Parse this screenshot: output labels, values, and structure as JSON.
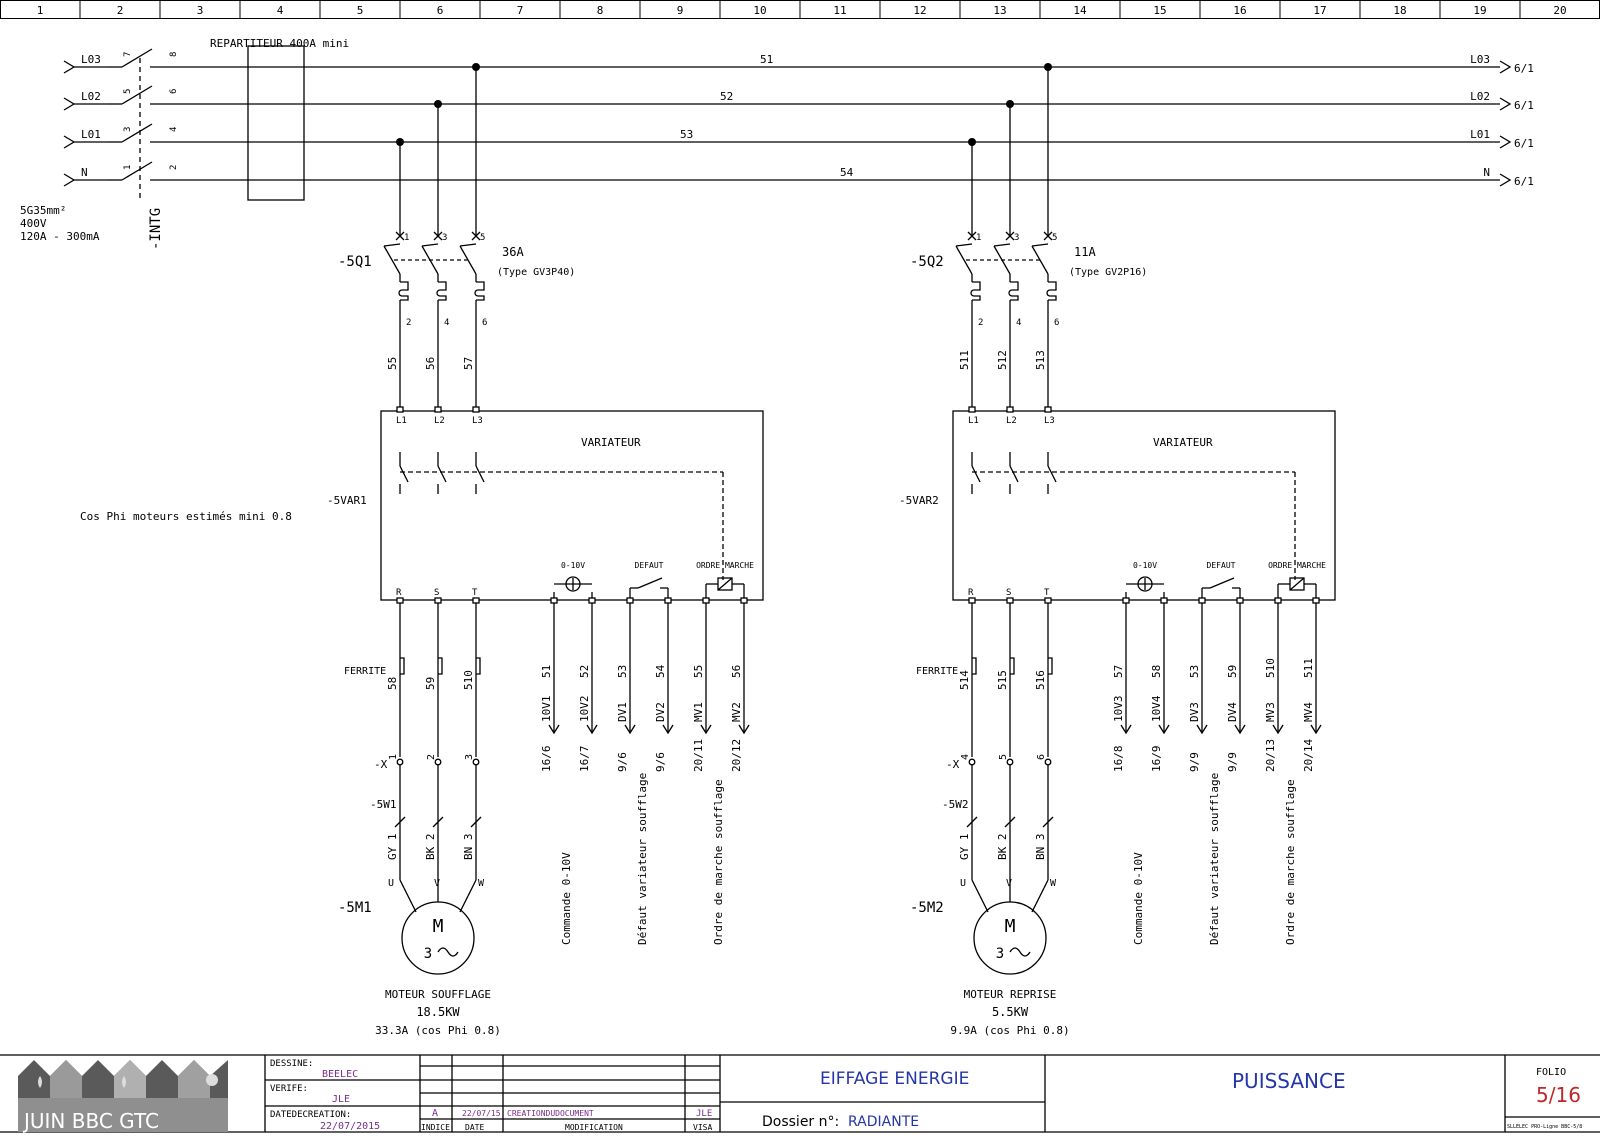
{
  "grid_columns": [
    "1",
    "2",
    "3",
    "4",
    "5",
    "6",
    "7",
    "8",
    "9",
    "10",
    "11",
    "12",
    "13",
    "14",
    "15",
    "16",
    "17",
    "18",
    "19",
    "20"
  ],
  "supply": {
    "lines": [
      "L03",
      "L02",
      "L01",
      "N"
    ],
    "cable": [
      "5G35mm²",
      "400V",
      "120A - 300mA"
    ],
    "switch_ref": "-INTG",
    "switch_terms_top": [
      "8",
      "6",
      "4",
      "2"
    ],
    "switch_terms_bottom": [
      "7",
      "5",
      "3",
      "1"
    ],
    "distributor": "REPARTITEUR 400A mini",
    "wire_numbers": [
      "51",
      "52",
      "53",
      "54"
    ],
    "dest_labels": [
      "L03",
      "L02",
      "L01",
      "N"
    ],
    "dest_refs": [
      "6/1",
      "6/1",
      "6/1",
      "6/1"
    ]
  },
  "note": "Cos Phi moteurs estimés mini 0.8",
  "circuits": [
    {
      "breaker_ref": "-5Q1",
      "breaker_rating": "36A",
      "breaker_type": "(Type GV3P40)",
      "breaker_in": [
        "1",
        "3",
        "5"
      ],
      "breaker_out": [
        "2",
        "4",
        "6"
      ],
      "feed_wires": [
        "55",
        "56",
        "57"
      ],
      "vfd_title": "VARIATEUR",
      "vfd_ref": "-5VAR1",
      "vfd_inputs": [
        "L1",
        "L2",
        "L3"
      ],
      "vfd_outputs": [
        "R",
        "S",
        "T"
      ],
      "sig_labels": [
        "0-10V",
        "DEFAUT",
        "ORDRE MARCHE"
      ],
      "ferrite": "FERRITE",
      "ferrite_wires": [
        "58",
        "59",
        "510"
      ],
      "term_ref": "-X",
      "term_nums": [
        "1",
        "2",
        "3"
      ],
      "cable_ref": "-5W1",
      "cable_cores": [
        "GY 1",
        "BK 2",
        "BN 3"
      ],
      "motor_phases": [
        "U",
        "V",
        "W"
      ],
      "motor_ref": "-5M1",
      "motor_symbol": "M",
      "motor_phase_count": "3",
      "motor_title": "MOTEUR SOUFFLAGE",
      "motor_power": "18.5KW",
      "motor_current": "33.3A (cos Phi 0.8)",
      "signals": [
        {
          "wire": "51",
          "name": "10V1",
          "ref": "16/6"
        },
        {
          "wire": "52",
          "name": "10V2",
          "ref": "16/7"
        },
        {
          "wire": "53",
          "name": "DV1",
          "ref": "9/6"
        },
        {
          "wire": "54",
          "name": "DV2",
          "ref": "9/6"
        },
        {
          "wire": "55",
          "name": "MV1",
          "ref": "20/11"
        },
        {
          "wire": "56",
          "name": "MV2",
          "ref": "20/12"
        }
      ],
      "signal_captions": [
        "Commande 0-10V",
        "Défaut variateur soufflage",
        "Ordre de marche soufflage"
      ]
    },
    {
      "breaker_ref": "-5Q2",
      "breaker_rating": "11A",
      "breaker_type": "(Type GV2P16)",
      "breaker_in": [
        "1",
        "3",
        "5"
      ],
      "breaker_out": [
        "2",
        "4",
        "6"
      ],
      "feed_wires": [
        "511",
        "512",
        "513"
      ],
      "vfd_title": "VARIATEUR",
      "vfd_ref": "-5VAR2",
      "vfd_inputs": [
        "L1",
        "L2",
        "L3"
      ],
      "vfd_outputs": [
        "R",
        "S",
        "T"
      ],
      "sig_labels": [
        "0-10V",
        "DEFAUT",
        "ORDRE MARCHE"
      ],
      "ferrite": "FERRITE",
      "ferrite_wires": [
        "514",
        "515",
        "516"
      ],
      "term_ref": "-X",
      "term_nums": [
        "4",
        "5",
        "6"
      ],
      "cable_ref": "-5W2",
      "cable_cores": [
        "GY 1",
        "BK 2",
        "BN 3"
      ],
      "motor_phases": [
        "U",
        "V",
        "W"
      ],
      "motor_ref": "-5M2",
      "motor_symbol": "M",
      "motor_phase_count": "3",
      "motor_title": "MOTEUR REPRISE",
      "motor_power": "5.5KW",
      "motor_current": "9.9A (cos Phi 0.8)",
      "signals": [
        {
          "wire": "57",
          "name": "10V3",
          "ref": "16/8"
        },
        {
          "wire": "58",
          "name": "10V4",
          "ref": "16/9"
        },
        {
          "wire": "53",
          "name": "DV3",
          "ref": "9/9"
        },
        {
          "wire": "59",
          "name": "DV4",
          "ref": "9/9"
        },
        {
          "wire": "510",
          "name": "MV3",
          "ref": "20/13"
        },
        {
          "wire": "511",
          "name": "MV4",
          "ref": "20/14"
        }
      ],
      "signal_captions": [
        "Commande 0-10V",
        "Défaut variateur soufflage",
        "Ordre de marche soufflage"
      ]
    }
  ],
  "title_block": {
    "logo_text": "JUIN BBC GTC",
    "designed_label": "DESSINE:",
    "designed_by": "BEELEC",
    "checked_label": "VERIFE:",
    "checked_by": "JLE",
    "created_label": "DATEDECREATION:",
    "created_date": "22/07/2015",
    "revision": {
      "index": "A",
      "date": "22/07/15",
      "modification": "CREATIONDUDOCUMENT",
      "visa": "JLE"
    },
    "rev_headers": [
      "INDICE",
      "DATE",
      "MODIFICATION",
      "VISA"
    ],
    "company": "EIFFAGE ENERGIE",
    "dossier_label": "Dossier n°:",
    "dossier": "RADIANTE",
    "sheet_title": "PUISSANCE",
    "folio_label": "FOLIO",
    "folio": "5/16",
    "file_ref": "SLLELEC PRO-Ligne BBC-5/8"
  }
}
